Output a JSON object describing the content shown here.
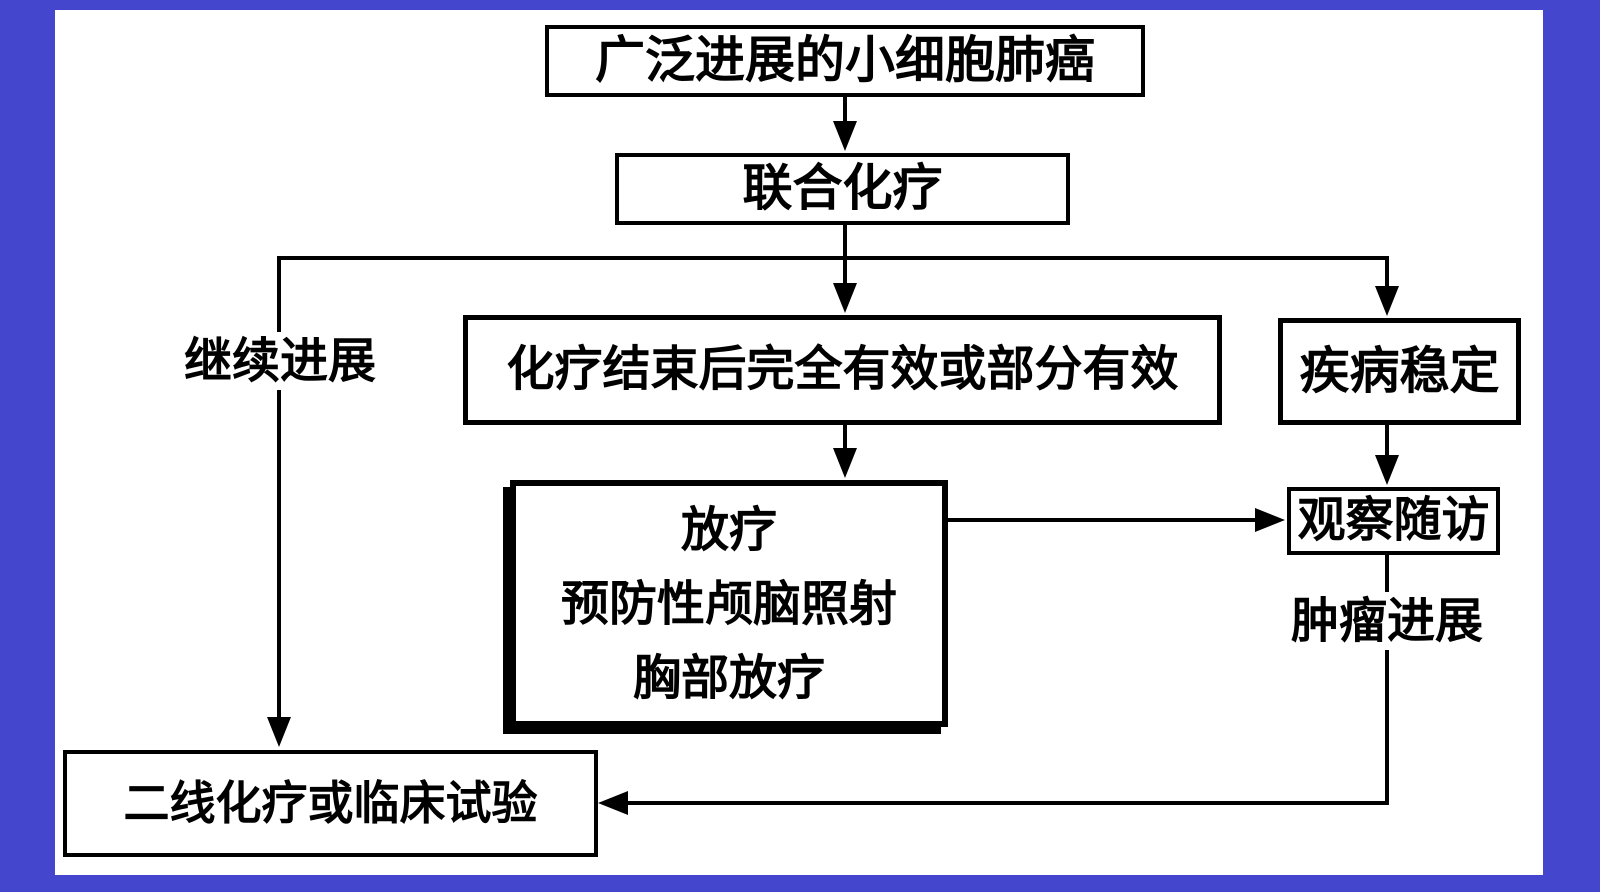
{
  "colors": {
    "page_border_blue": "#4446cd",
    "canvas_white": "#ffffff",
    "line_black": "#000000"
  },
  "nodes": {
    "extensive_sclc": {
      "label": "广泛进展的小细胞肺癌"
    },
    "combination_chemo": {
      "label": "联合化疗"
    },
    "continued_progression": {
      "label": "继续进展"
    },
    "post_chemo_response": {
      "label": "化疗结束后完全有效或部分有效"
    },
    "stable_disease": {
      "label": "疾病稳定"
    },
    "radiotherapy": {
      "lines": [
        "放疗",
        "预防性颅脑照射",
        "胸部放疗"
      ]
    },
    "observation_followup": {
      "label": "观察随访"
    },
    "tumor_progression": {
      "label": "肿瘤进展"
    },
    "second_line": {
      "label": "二线化疗或临床试验"
    }
  }
}
